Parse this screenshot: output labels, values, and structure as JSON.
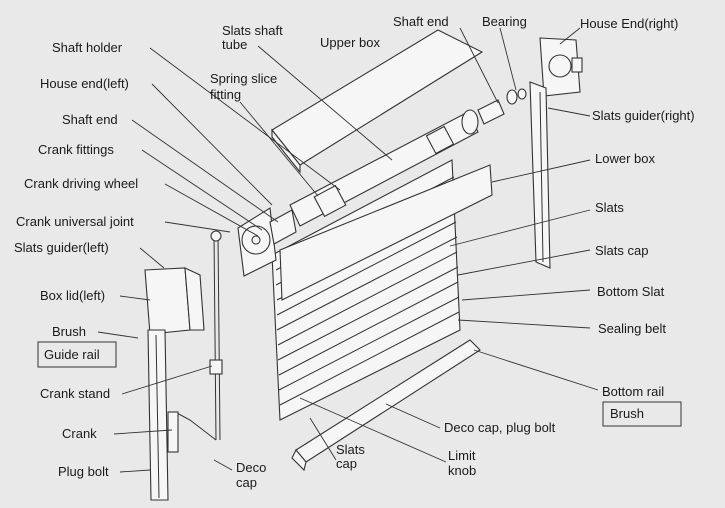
{
  "labels": {
    "shaft_end_top": "Shaft end",
    "bearing": "Bearing",
    "house_end_right": "House End(right)",
    "slats_shaft_tube_1": "Slats shaft",
    "slats_shaft_tube_2": "tube",
    "upper_box": "Upper box",
    "shaft_holder": "Shaft holder",
    "spring_slice_1": "Spring slice",
    "spring_slice_2": "fitting",
    "house_end_left": "House end(left)",
    "slats_guider_right": "Slats guider(right)",
    "shaft_end_left": "Shaft end",
    "crank_fittings": "Crank fittings",
    "lower_box": "Lower box",
    "crank_driving_wheel": "Crank driving wheel",
    "slats": "Slats",
    "crank_universal_joint": "Crank universal joint",
    "slats_guider_left": "Slats guider(left)",
    "slats_cap_right": "Slats cap",
    "bottom_slat": "Bottom Slat",
    "box_lid_left": "Box lid(left)",
    "sealing_belt": "Sealing belt",
    "brush_left": "Brush",
    "guide_rail": "Guide rail",
    "crank_stand": "Crank stand",
    "bottom_rail": "Bottom rail",
    "brush_right": "Brush",
    "deco_cap_plug_bolt": "Deco cap, plug bolt",
    "crank": "Crank",
    "slats_cap_bottom_1": "Slats",
    "slats_cap_bottom_2": "cap",
    "limit_knob_1": "Limit",
    "limit_knob_2": "knob",
    "plug_bolt": "Plug bolt",
    "deco_cap_1": "Deco",
    "deco_cap_2": "cap"
  }
}
